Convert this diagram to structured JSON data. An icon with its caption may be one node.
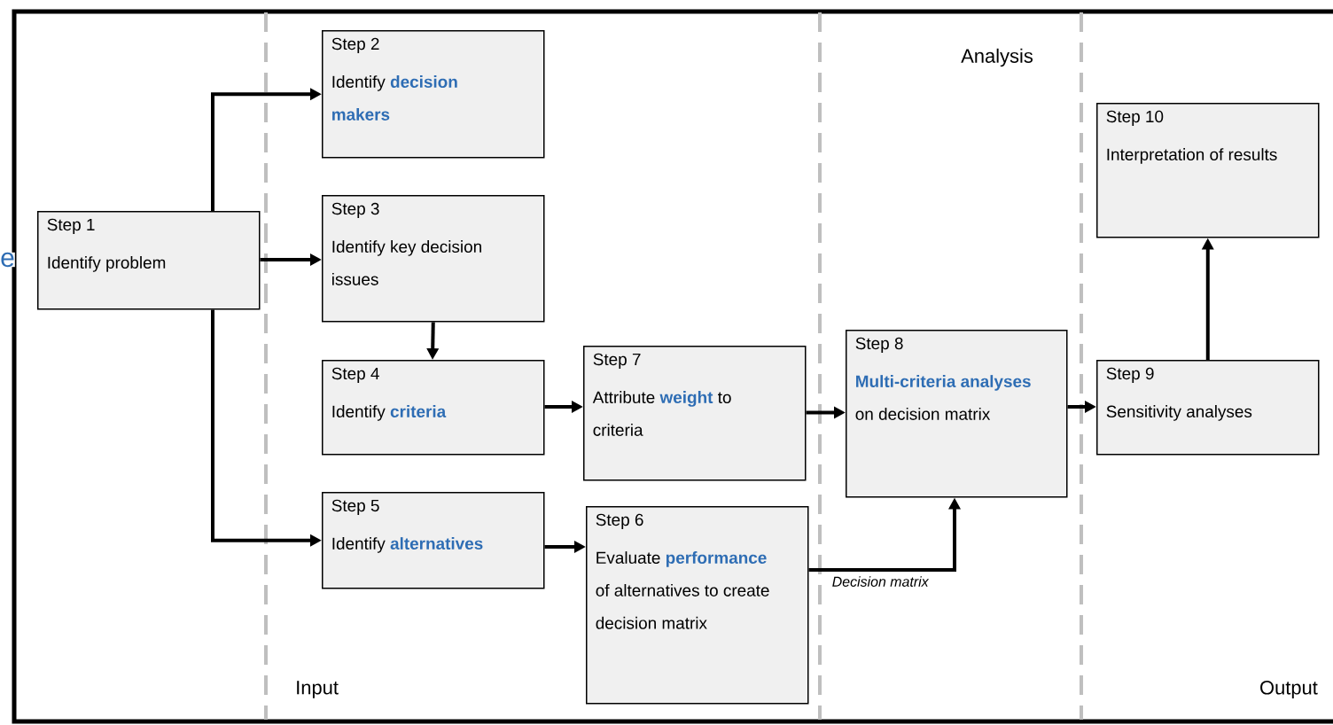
{
  "diagram": {
    "nodes": [
      {
        "text": [
          "Step 1",
          "Identify problem"
        ]
      },
      {
        "text": [
          "Step 2",
          "Identify **decision makers**"
        ]
      },
      {
        "text": [
          "Step 3",
          "Identify key decision issues"
        ]
      },
      {
        "text": [
          "Step 4",
          "Identify **criteria**"
        ]
      },
      {
        "text": [
          "Step 5",
          "Identify **alternatives**"
        ]
      },
      {
        "text": [
          "Step 6",
          "Evaluate **performance** of alternatives to create decision matrix"
        ]
      },
      {
        "text": [
          "Step 7",
          "Attribute **weight** to criteria"
        ]
      },
      {
        "text": [
          "Step 8",
          "**Multi-criteria analyses** on decision matrix"
        ]
      },
      {
        "text": [
          "Step 9",
          "Sensitivity analyses"
        ]
      },
      {
        "text": [
          "Step 10",
          "Interpretation of results"
        ]
      }
    ],
    "edges": [
      {
        "from": 0,
        "to": 1,
        "arrow": "to"
      },
      {
        "from": 0,
        "to": 2,
        "arrow": "to"
      },
      {
        "from": 0,
        "to": 4,
        "arrow": "to"
      },
      {
        "from": 2,
        "to": 3,
        "arrow": "to"
      },
      {
        "from": 3,
        "to": 6,
        "arrow": "to"
      },
      {
        "from": 4,
        "to": 5,
        "arrow": "to"
      },
      {
        "from": 6,
        "to": 7,
        "arrow": "to"
      },
      {
        "from": 5,
        "to": 7,
        "arrow": "to",
        "label": "Decision matrix"
      },
      {
        "from": 7,
        "to": 8,
        "arrow": "to"
      },
      {
        "from": 8,
        "to": 9,
        "arrow": "to"
      }
    ],
    "labels": [
      "e",
      "Analysis",
      "Input",
      "Output"
    ]
  }
}
